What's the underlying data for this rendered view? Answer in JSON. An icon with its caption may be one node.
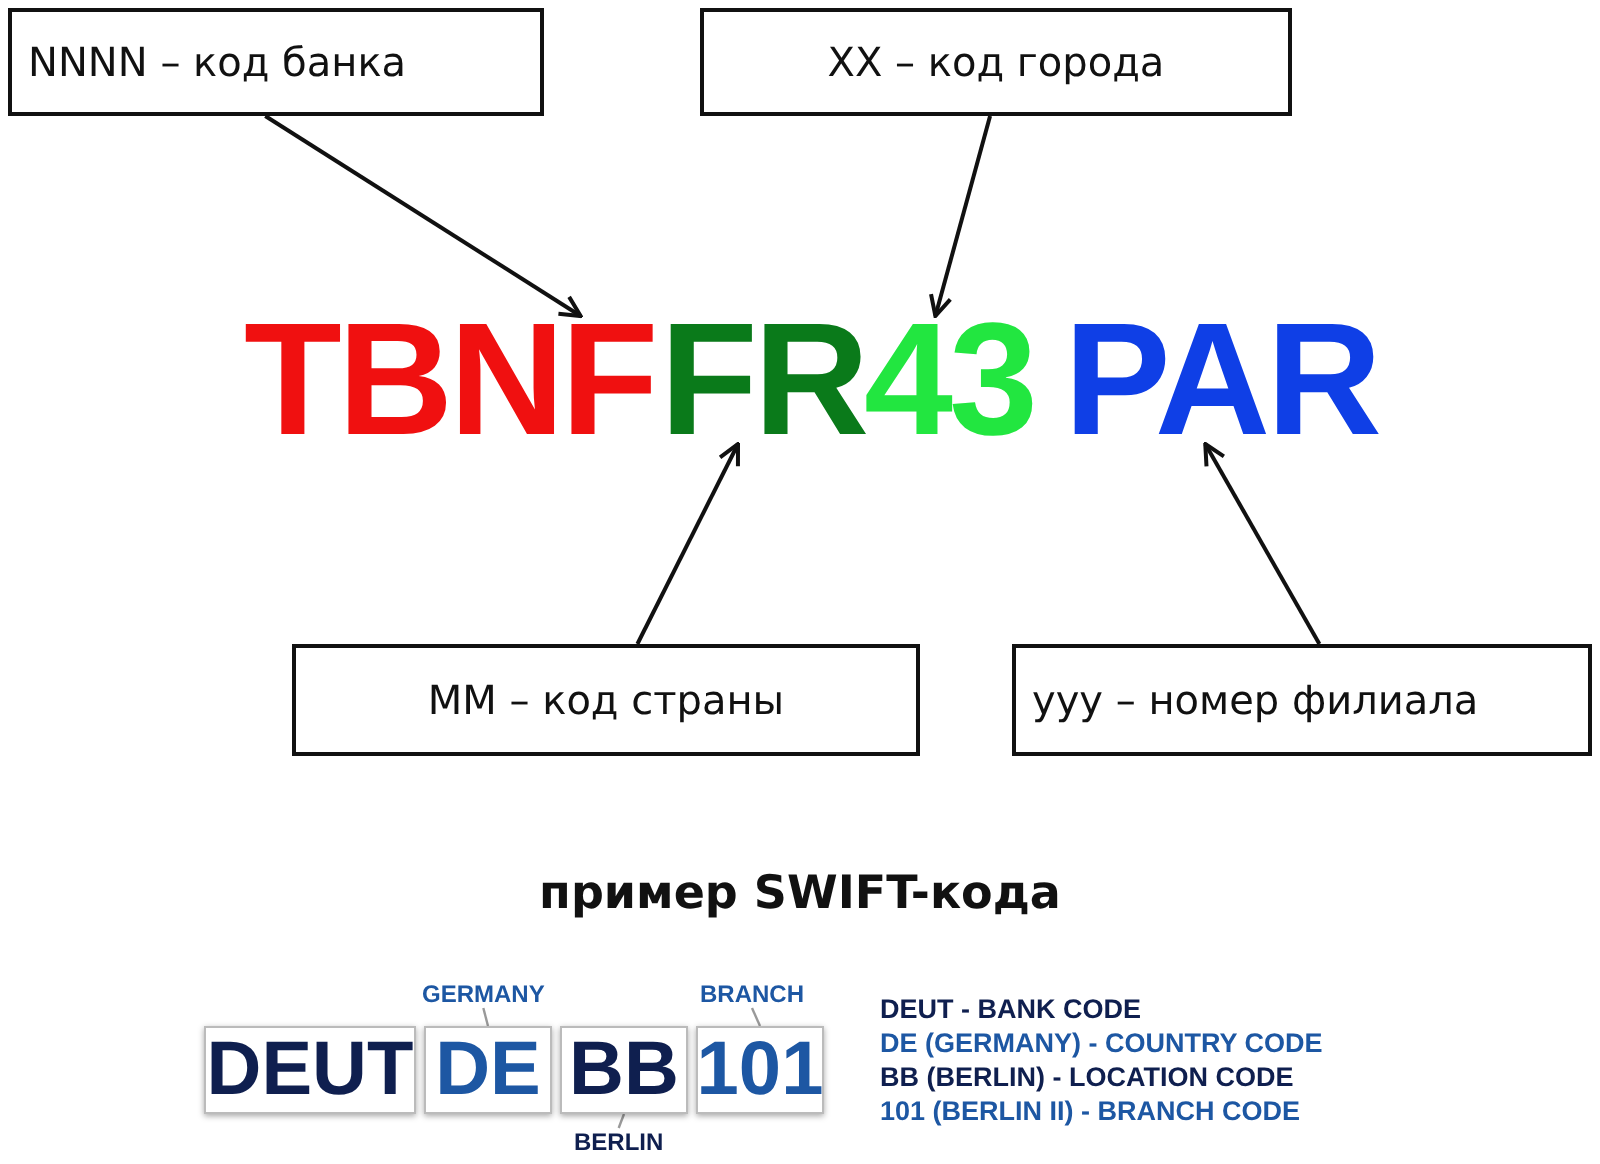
{
  "diagram": {
    "caption": "пример SWIFT-кода",
    "nodes": [
      {
        "text": [
          "NNNN – код банка"
        ]
      },
      {
        "text": [
          "XX – код города"
        ]
      },
      {
        "text": [
          "TBNF"
        ]
      },
      {
        "text": [
          "FR"
        ]
      },
      {
        "text": [
          "43"
        ]
      },
      {
        "text": [
          "PAR"
        ]
      },
      {
        "text": [
          "MM – код страны"
        ]
      },
      {
        "text": [
          "yyy – номер филиала"
        ]
      },
      {
        "text": [
          "GERMANY"
        ]
      },
      {
        "text": [
          "BRANCH"
        ]
      },
      {
        "text": [
          "DEUT"
        ]
      },
      {
        "text": [
          "DE"
        ]
      },
      {
        "text": [
          "BB"
        ]
      },
      {
        "text": [
          "101"
        ]
      },
      {
        "text": [
          "BERLIN"
        ]
      }
    ],
    "edges": [
      {
        "from": 0,
        "to": 2,
        "arrow": "to"
      },
      {
        "from": 1,
        "to": 4,
        "arrow": "to"
      },
      {
        "from": 6,
        "to": 3,
        "arrow": "to"
      },
      {
        "from": 7,
        "to": 5,
        "arrow": "to"
      },
      {
        "from": 8,
        "to": 11,
        "arrow": "none",
        "color": "#999999"
      },
      {
        "from": 9,
        "to": 13,
        "arrow": "none",
        "color": "#999999"
      },
      {
        "from": 14,
        "to": 12,
        "arrow": "none",
        "color": "#999999"
      }
    ],
    "labels": [
      "DEUT - BANK CODE",
      "DE (GERMANY) - COUNTRY CODE",
      "BB (BERLIN) - LOCATION CODE",
      "101 (BERLIN II) - BRANCH CODE"
    ]
  }
}
